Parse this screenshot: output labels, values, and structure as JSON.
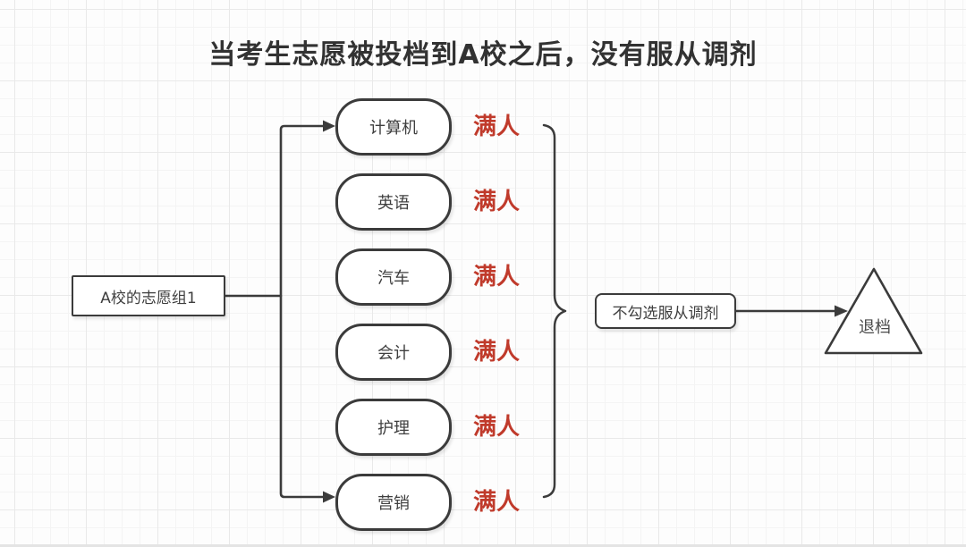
{
  "title": "当考生志愿被投档到A校之后，没有服从调剂",
  "source_group": {
    "label": "A校的志愿组1"
  },
  "majors": [
    {
      "name": "计算机",
      "status": "满人"
    },
    {
      "name": "英语",
      "status": "满人"
    },
    {
      "name": "汽车",
      "status": "满人"
    },
    {
      "name": "会计",
      "status": "满人"
    },
    {
      "name": "护理",
      "status": "满人"
    },
    {
      "name": "营销",
      "status": "满人"
    }
  ],
  "decision": {
    "label": "不勾选服从调剂"
  },
  "outcome": {
    "label": "退档"
  },
  "colors": {
    "status_red": "#c03a2b",
    "stroke": "#3b3b3b",
    "grid_minor": "#f4f4f4",
    "grid_major": "#e9e9e9"
  }
}
